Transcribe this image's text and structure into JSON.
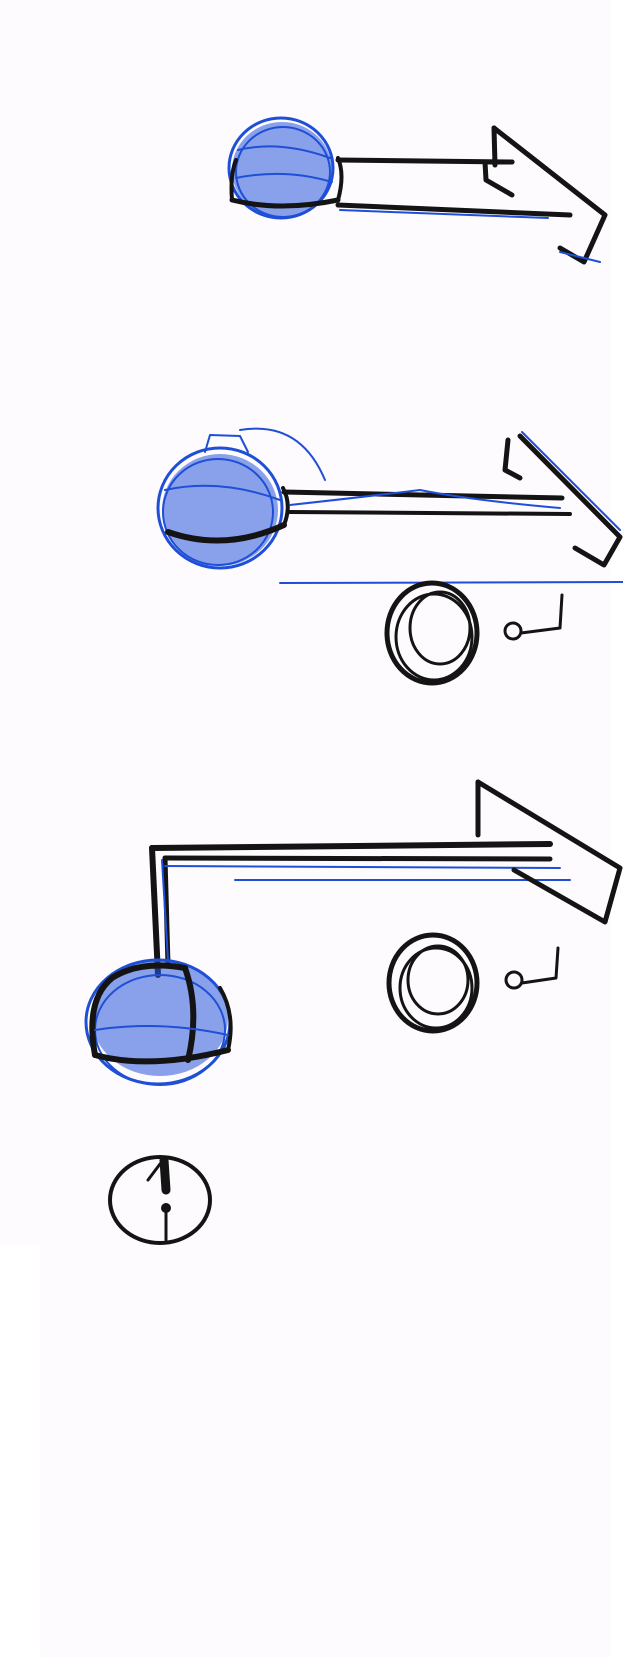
{
  "sketch": {
    "ink_colors": {
      "black": "#141414",
      "blue": "#1f4fd6"
    },
    "paper_color": "#fdfbfd",
    "figures": [
      {
        "name": "ball-and-arrow-straight",
        "icons": [
          "blue-ball-icon",
          "long-arrow-icon"
        ]
      },
      {
        "name": "ball-and-arrow-with-rotation",
        "icons": [
          "blue-ball-icon",
          "long-arrow-icon",
          "rotation-symbol-icon"
        ]
      },
      {
        "name": "hanging-ball-and-l-arrow",
        "icons": [
          "blue-ball-icon",
          "l-shaped-arrow-icon",
          "rotation-symbol-icon",
          "clock-gauge-icon"
        ]
      }
    ]
  }
}
